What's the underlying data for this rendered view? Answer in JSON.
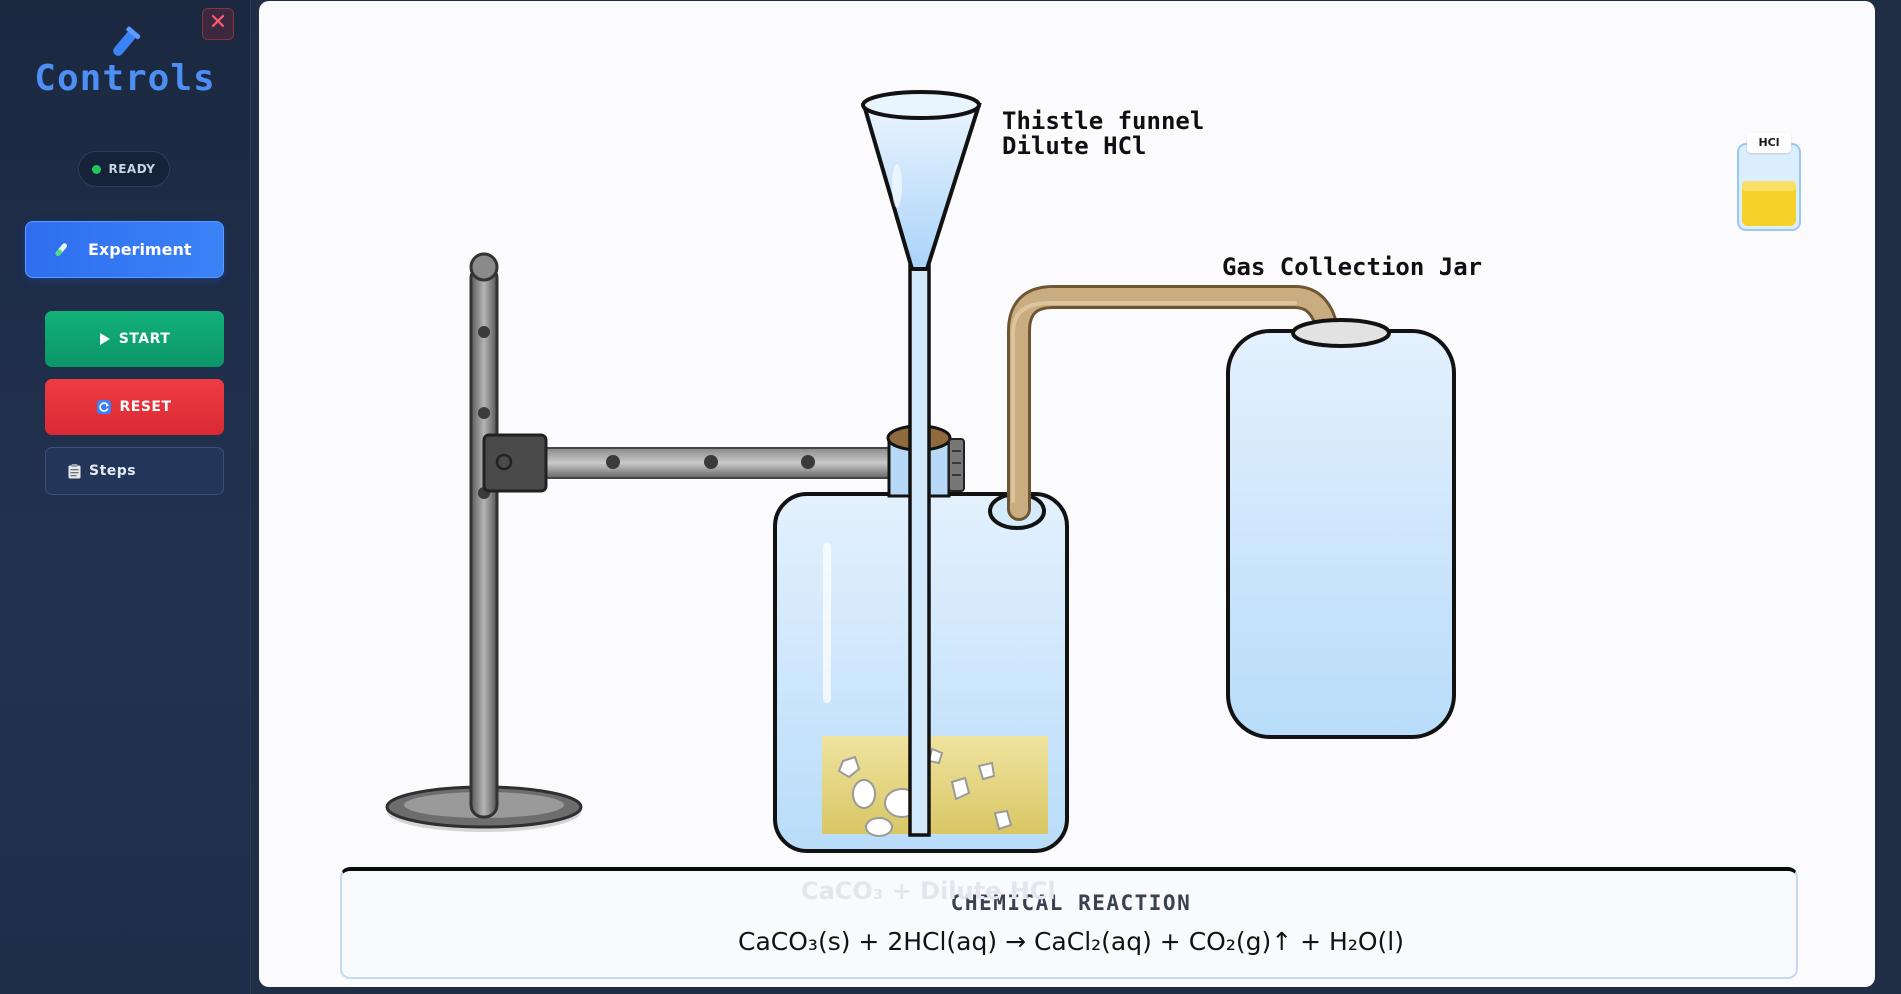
{
  "sidebar": {
    "close_symbol": "✕",
    "title": "Controls",
    "status": "READY",
    "tab_experiment": "Experiment",
    "start_label": "START",
    "reset_label": "RESET",
    "steps_label": "Steps",
    "icons": {
      "close": "close-icon",
      "brand": "test-tube-icon",
      "experiment": "test-tube-icon",
      "start": "play-icon",
      "reset": "refresh-icon",
      "steps": "clipboard-icon"
    }
  },
  "apparatus": {
    "funnel_label": "Thistle funnel",
    "funnel_sublabel": "Dilute HCl",
    "jar_label": "Gas Collection Jar",
    "flask_faded_label": "CaCO₃ + Dilute HCl",
    "bottle_label": "HCl"
  },
  "reaction": {
    "title": "CHEMICAL REACTION",
    "equation": "CaCO₃(s) + 2HCl(aq) → CaCl₂(aq) + CO₂(g)↑ + H₂O(l)"
  },
  "colors": {
    "accent": "#3b82f6",
    "start": "#10a874",
    "reset": "#e5323b",
    "ready": "#22c55e",
    "acid": "#f6d12a",
    "glass": "#cfe6fb",
    "tube": "#b79a6e"
  }
}
